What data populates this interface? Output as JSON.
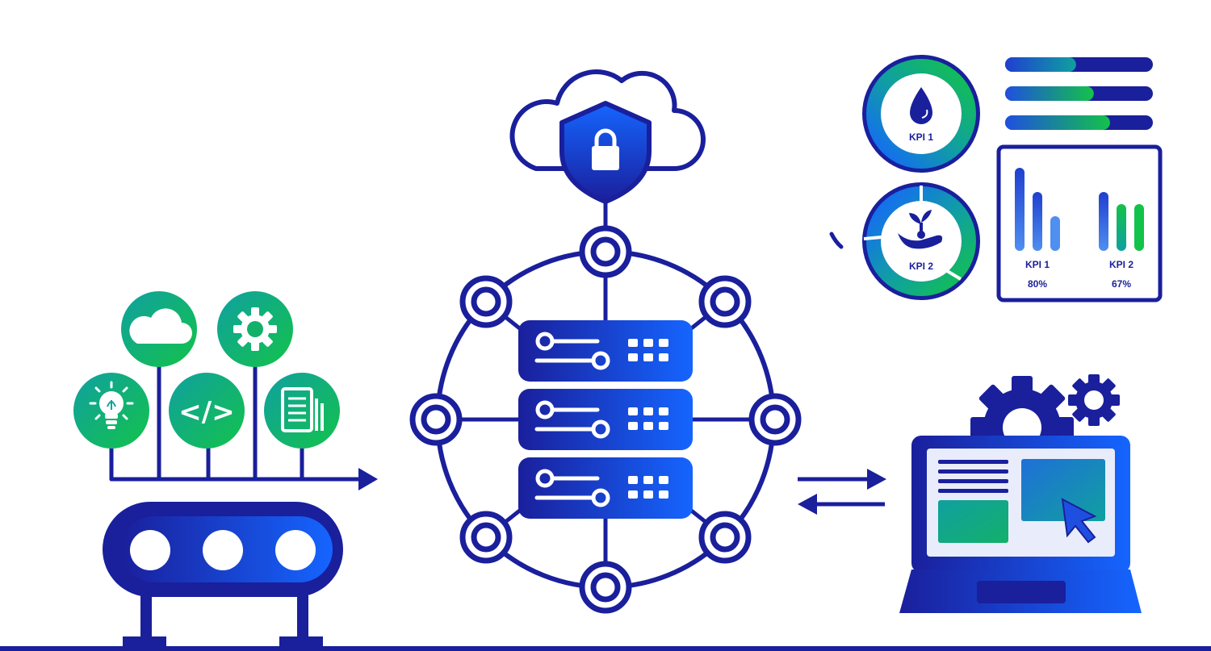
{
  "colors": {
    "navy": "#1a1f9c",
    "royal": "#1f4fe0",
    "bright": "#1565ff",
    "teal": "#10a0a0",
    "green": "#13c24a",
    "white": "#ffffff",
    "screen_bg": "#e9ecfb"
  },
  "pipeline": {
    "icons": [
      "lightbulb-icon",
      "cloud-icon",
      "code-icon",
      "gear-icon",
      "document-icon"
    ],
    "code_glyph": "</>"
  },
  "kpi_dashboard": {
    "kpi1_label": "KPI 1",
    "kpi2_label": "KPI 2",
    "kpi1_icon": "water-drop-icon",
    "kpi2_icon": "hand-plant-icon",
    "progress_bars": [
      0.48,
      0.6,
      0.71
    ],
    "bar_chart": {
      "groups": [
        {
          "label": "KPI 1",
          "percent": "80%"
        },
        {
          "label": "KPI 2",
          "percent": "67%"
        }
      ]
    }
  },
  "exchange_arrows_icon": "bidirectional-arrows-icon",
  "laptop_icon": "laptop-gears-icon"
}
